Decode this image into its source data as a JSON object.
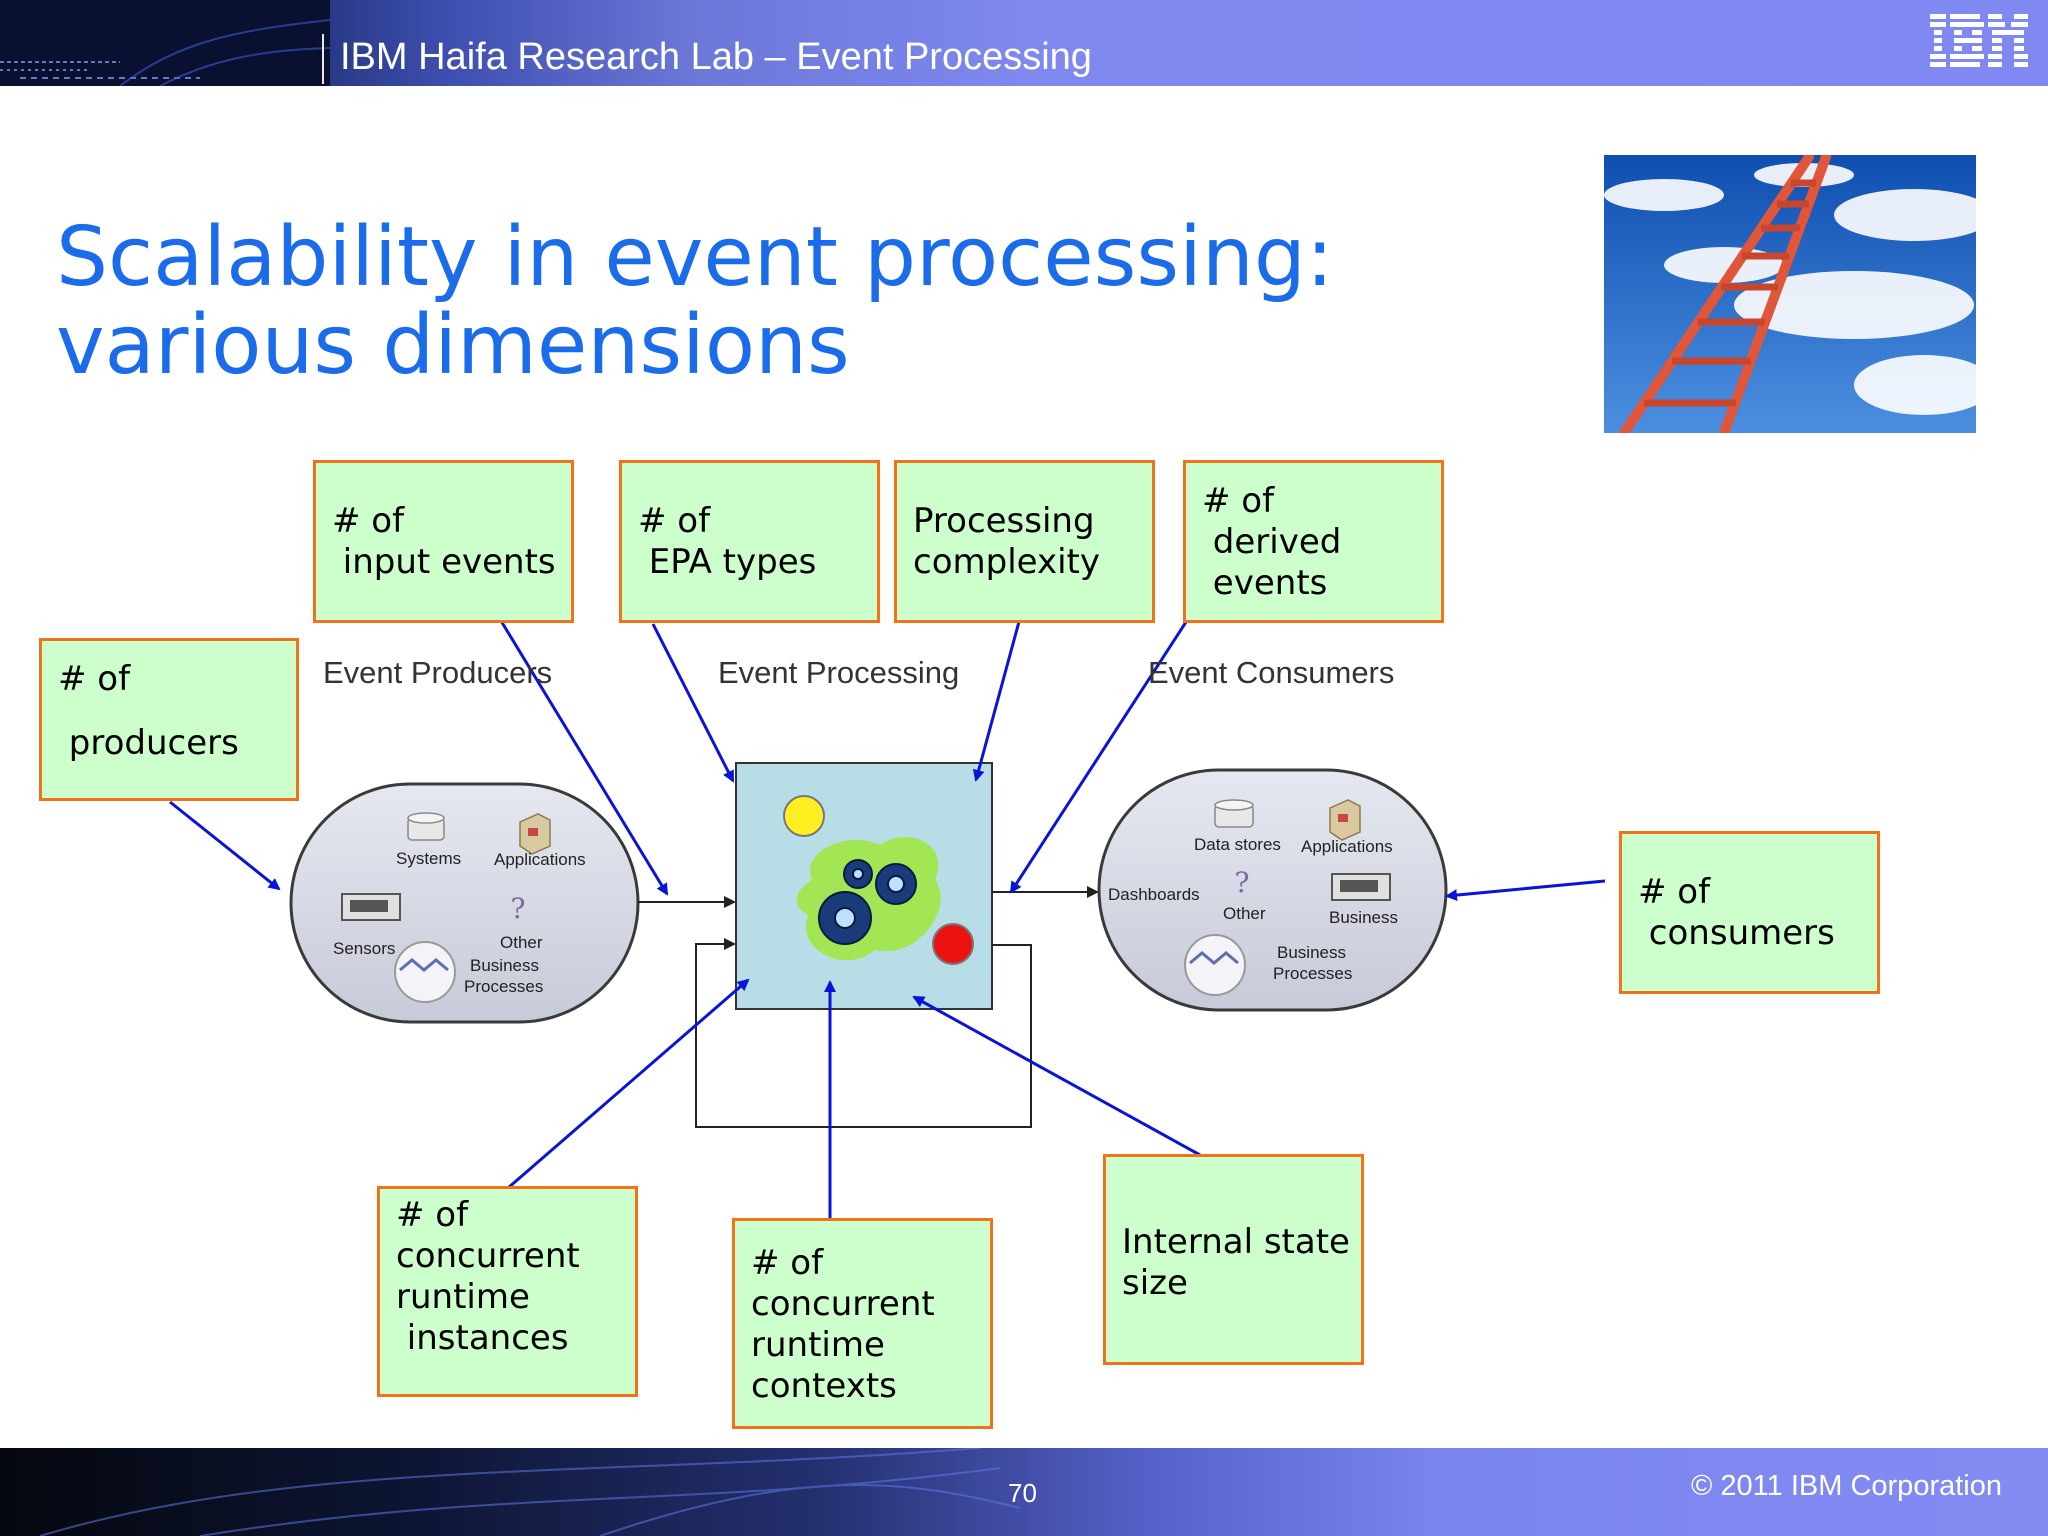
{
  "header": {
    "title": "IBM Haifa Research Lab – Event Processing",
    "logo": "IBM"
  },
  "slide": {
    "title_line1": "Scalability in event processing:",
    "title_line2": "various dimensions"
  },
  "diagram": {
    "section_labels": {
      "producers": "Event Producers",
      "processing": "Event Processing",
      "consumers": "Event Consumers"
    },
    "producer_items": {
      "systems": "Systems",
      "applications": "Applications",
      "sensors": "Sensors",
      "other": "Other",
      "business_processes_1": "Business",
      "business_processes_2": "Processes"
    },
    "consumer_items": {
      "data_stores": "Data stores",
      "applications": "Applications",
      "dashboards": "Dashboards",
      "other": "Other",
      "business": "Business",
      "business_processes_1": "Business",
      "business_processes_2": "Processes"
    },
    "dimension_boxes": {
      "producers": "# of\n\n producers",
      "input_events": "# of\n input events",
      "epa_types": "# of\n EPA types",
      "processing_complexity": "Processing\ncomplexity",
      "derived_events": "# of\n derived\n events",
      "consumers": "# of\n consumers",
      "runtime_instances": "# of\nconcurrent\nruntime\n instances",
      "runtime_contexts": "# of\nconcurrent\nruntime\ncontexts",
      "internal_state": "Internal state\nsize"
    },
    "colors": {
      "box_fill": "#ccffcc",
      "box_border": "#f07318",
      "arrow": "#0a14d8",
      "processing_fill": "#b9dde6",
      "title": "#1a6cea"
    }
  },
  "footer": {
    "page_number": "70",
    "copyright": "© 2011 IBM Corporation"
  }
}
